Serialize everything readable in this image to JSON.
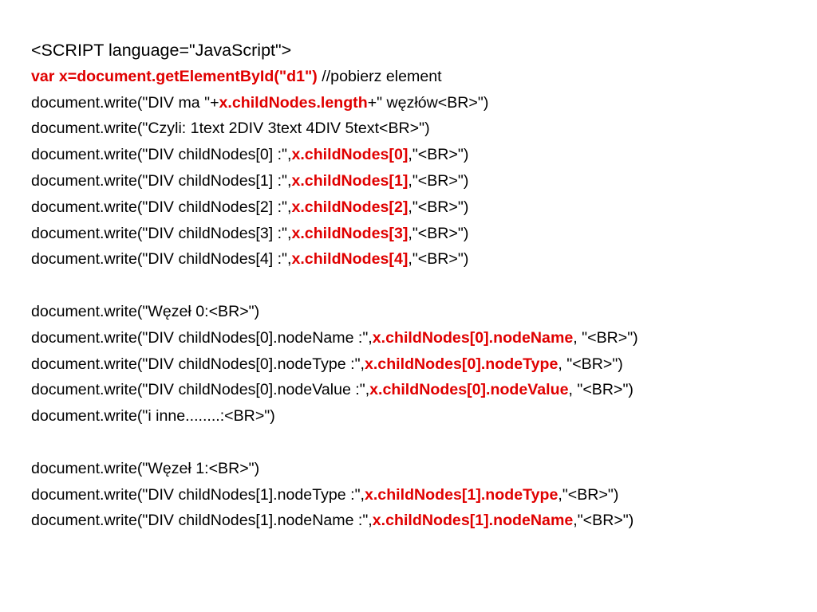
{
  "colors": {
    "text": "#000000",
    "highlight": "#e00000",
    "background": "#ffffff"
  },
  "lines": [
    [
      {
        "text": "<SCRIPT language=\"JavaScript\">",
        "hl": false
      }
    ],
    [
      {
        "text": "var x=document.getElementById(\"d1\")",
        "hl": true
      },
      {
        "text": " //pobierz element",
        "hl": false
      }
    ],
    [
      {
        "text": "document.write(\"DIV ma \"+",
        "hl": false
      },
      {
        "text": "x.childNodes.length",
        "hl": true
      },
      {
        "text": "+\" węzłów<BR>\")",
        "hl": false
      }
    ],
    [
      {
        "text": "document.write(\"Czyli: 1text 2DIV 3text 4DIV 5text<BR>\")",
        "hl": false
      }
    ],
    [
      {
        "text": "document.write(\"DIV childNodes[0] :\",",
        "hl": false
      },
      {
        "text": "x.childNodes[0]",
        "hl": true
      },
      {
        "text": ",\"<BR>\")",
        "hl": false
      }
    ],
    [
      {
        "text": "document.write(\"DIV childNodes[1] :\",",
        "hl": false
      },
      {
        "text": "x.childNodes[1]",
        "hl": true
      },
      {
        "text": ",\"<BR>\")",
        "hl": false
      }
    ],
    [
      {
        "text": "document.write(\"DIV childNodes[2] :\",",
        "hl": false
      },
      {
        "text": "x.childNodes[2]",
        "hl": true
      },
      {
        "text": ",\"<BR>\")",
        "hl": false
      }
    ],
    [
      {
        "text": "document.write(\"DIV childNodes[3] :\",",
        "hl": false
      },
      {
        "text": "x.childNodes[3]",
        "hl": true
      },
      {
        "text": ",\"<BR>\")",
        "hl": false
      }
    ],
    [
      {
        "text": "document.write(\"DIV childNodes[4] :\",",
        "hl": false
      },
      {
        "text": "x.childNodes[4]",
        "hl": true
      },
      {
        "text": ",\"<BR>\")",
        "hl": false
      }
    ],
    [],
    [
      {
        "text": "document.write(\"Węzeł 0:<BR>\")",
        "hl": false
      }
    ],
    [
      {
        "text": "document.write(\"DIV childNodes[0].nodeName :\",",
        "hl": false
      },
      {
        "text": "x.childNodes[0].nodeName",
        "hl": true
      },
      {
        "text": ", \"<BR>\")",
        "hl": false
      }
    ],
    [
      {
        "text": "document.write(\"DIV childNodes[0].nodeType :\",",
        "hl": false
      },
      {
        "text": "x.childNodes[0].nodeType",
        "hl": true
      },
      {
        "text": ", \"<BR>\")",
        "hl": false
      }
    ],
    [
      {
        "text": "document.write(\"DIV childNodes[0].nodeValue :\",",
        "hl": false
      },
      {
        "text": "x.childNodes[0].nodeValue",
        "hl": true
      },
      {
        "text": ", \"<BR>\")",
        "hl": false
      }
    ],
    [
      {
        "text": "document.write(\"i inne........:<BR>\")",
        "hl": false
      }
    ],
    [],
    [
      {
        "text": "document.write(\"Węzeł 1:<BR>\")",
        "hl": false
      }
    ],
    [
      {
        "text": "document.write(\"DIV childNodes[1].nodeType :\",",
        "hl": false
      },
      {
        "text": "x.childNodes[1].nodeType",
        "hl": true
      },
      {
        "text": ",\"<BR>\")",
        "hl": false
      }
    ],
    [
      {
        "text": "document.write(\"DIV childNodes[1].nodeName :\",",
        "hl": false
      },
      {
        "text": "x.childNodes[1].nodeName",
        "hl": true
      },
      {
        "text": ",\"<BR>\")",
        "hl": false
      }
    ]
  ]
}
